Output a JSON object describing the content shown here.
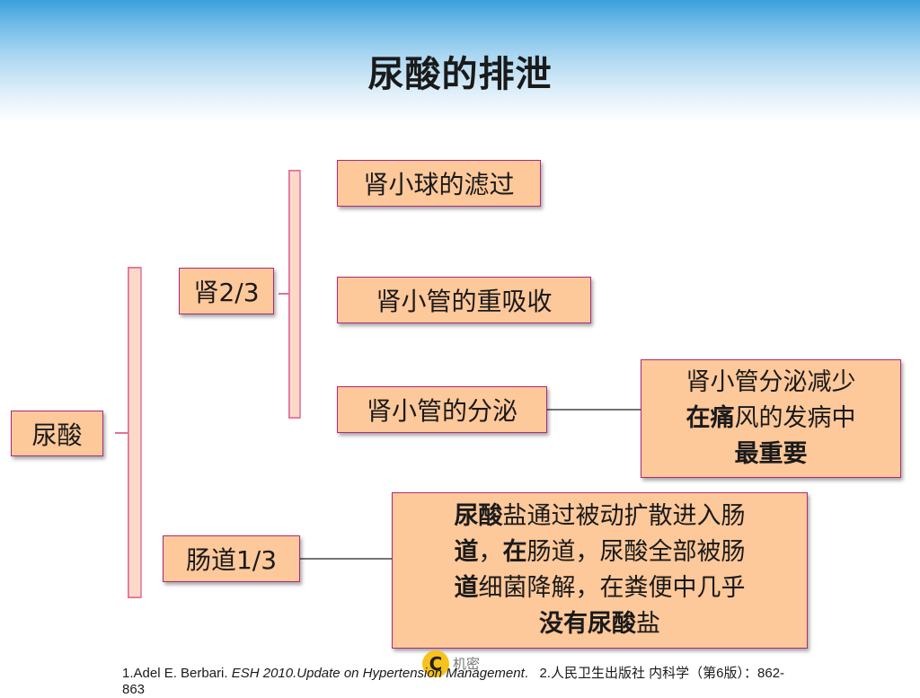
{
  "slide": {
    "title": "尿酸的排泄"
  },
  "nodes": {
    "root": "尿酸",
    "kidney": "肾2/3",
    "intestine": "肠道1/3",
    "glomerular": "肾小球的滤过",
    "reabsorption": "肾小管的重吸收",
    "secretion": "肾小管的分泌"
  },
  "notes": {
    "gout": {
      "line1": "肾小管分泌减少",
      "line2_bold": "在痛",
      "line2_rest": "风的发病中",
      "line3": "最重要"
    },
    "intestine_note": {
      "l1_bold": "尿酸",
      "l1_rest": "盐通过被动扩散进入肠",
      "l2_a": "道",
      "l2_b": "，",
      "l2_bold": "在",
      "l2_rest": "肠道，尿酸全部被肠",
      "l3_bold": "道",
      "l3_rest": "细菌降解，在粪便中几乎",
      "l4_bold": "没有尿酸",
      "l4_rest": "盐"
    }
  },
  "footer": {
    "ref1_prefix": "1.Adel E. Berbari.",
    "ref1_italic": "ESH 2010.Update on Hypertension Management",
    "ref1_suffix": ".",
    "ref2_prefix": "2.人民",
    "ref2_pub": "卫生出版社",
    "ref2_book": "内科学（第6版）：862-",
    "ref2_cont": "863"
  },
  "watermark": {
    "letter": "C",
    "text": "机密"
  },
  "colors": {
    "box_fill": "#fdc89a",
    "box_border": "#b0287a",
    "bracket": "#e0709a",
    "connector": "#222222",
    "header_gradient_top": "#3aa0dc"
  }
}
